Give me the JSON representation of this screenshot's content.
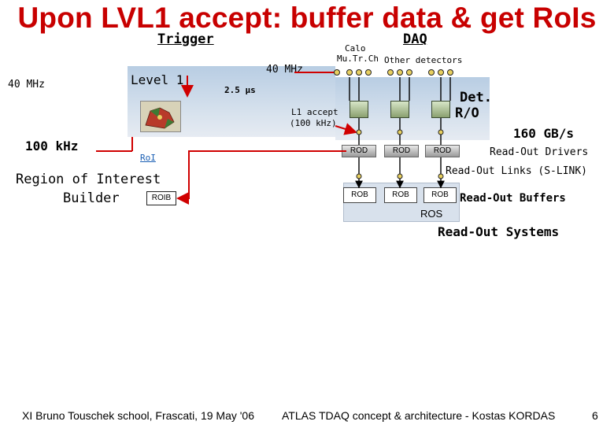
{
  "slide": {
    "title": "Upon LVL1 accept: buffer data & get RoIs",
    "page_number": "6"
  },
  "trigger": {
    "heading": "Trigger",
    "rate_40mhz_left": "40 MHz",
    "rate_40mhz_top": "40 MHz",
    "level1_label": "Level 1",
    "latency": "2.5 µs",
    "rate_100khz": "100 kHz",
    "roi_label": "RoI",
    "roib_heading": "Region of Interest Builder",
    "roib_heading_line1": "Region of Interest",
    "roib_heading_line2": "Builder",
    "roib_box": "ROIB",
    "l1_accept_line1": "L1 accept",
    "l1_accept_line2": "(100 kHz)"
  },
  "daq": {
    "heading": "DAQ",
    "calo_line1": "Calo",
    "calo_line2": "Mu.Tr.Ch",
    "other_detectors": "Other detectors",
    "det_ro_line1": "Det.",
    "det_ro_line2": "R/O",
    "bandwidth": "160 GB/s",
    "rod_label": "ROD",
    "rob_label": "ROB",
    "read_out_drivers": "Read-Out Drivers",
    "read_out_links": "Read-Out Links (S-LINK)",
    "read_out_buffers": "Read-Out Buffers",
    "ros_label": "ROS",
    "read_out_systems": "Read-Out Systems"
  },
  "footer": {
    "left": "XI Bruno Touschek school, Frascati, 19 May '06",
    "center": "ATLAS TDAQ concept & architecture - Kostas KORDAS"
  },
  "colors": {
    "title": "#c80000",
    "arrow_red": "#d00000",
    "panel_top": "#b8cde3",
    "roi_text": "#1a5fb4"
  }
}
